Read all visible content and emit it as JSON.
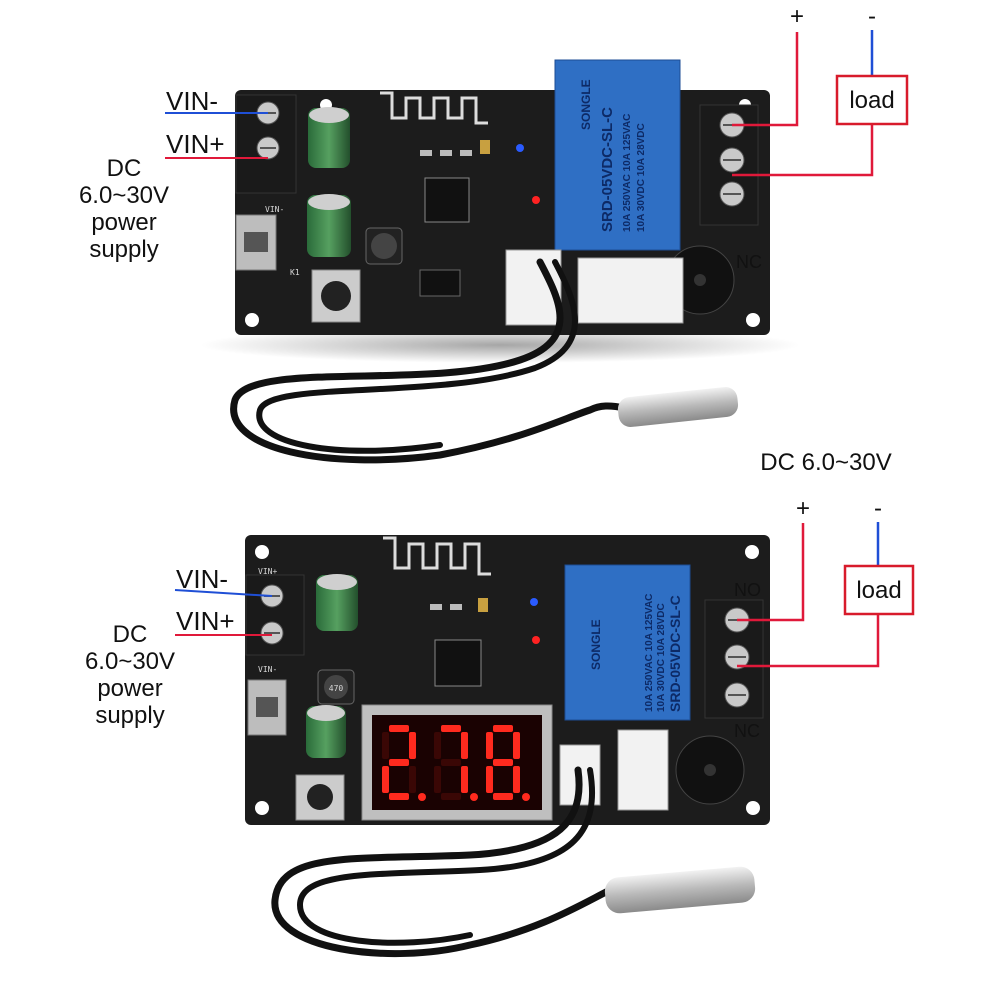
{
  "top_board": {
    "vin_minus": "VIN-",
    "vin_plus": "VIN+",
    "dc_label": "DC",
    "dc_range": "6.0~30V",
    "power_label": "power",
    "supply_label": "supply",
    "load_label": "load",
    "plus_label": "+",
    "minus_label": "-",
    "relay_brand": "SONGLE",
    "relay_model": "SRD-05VDC-SL-C",
    "relay_rating_1": "10A 250VAC  10A 125VAC",
    "relay_rating_2": "10A 30VDC  10A 28VDC",
    "micro_usb_label": "VIN-",
    "button_label": "K1",
    "nc_label": "NC"
  },
  "middle_caption": "DC  6.0~30V",
  "bottom_board": {
    "vin_minus": "VIN-",
    "vin_plus": "VIN+",
    "dc_label": "DC",
    "dc_range": "6.0~30V",
    "power_label": "power",
    "supply_label": "supply",
    "load_label": "load",
    "plus_label": "+",
    "minus_label": "-",
    "relay_brand": "SONGLE",
    "relay_model": "SRD-05VDC-SL-C",
    "relay_rating_1": "10A 250VAC  10A 125VAC",
    "relay_rating_2": "10A 30VDC  10A 28VDC",
    "terminal_top_label": "VIN+",
    "micro_usb_label": "VIN-",
    "no_label": "NO",
    "nc_label": "NC",
    "inductor_label": "470"
  },
  "colors": {
    "pcb": "#1c1c1c",
    "relay": "#2f6fc4",
    "terminal": "#222222",
    "wire_blue": "#1f4fd6",
    "wire_red": "#e0193a",
    "load_box": "#d81b2b",
    "display": "#ff2a1e",
    "probe": "#cfcfcf"
  }
}
